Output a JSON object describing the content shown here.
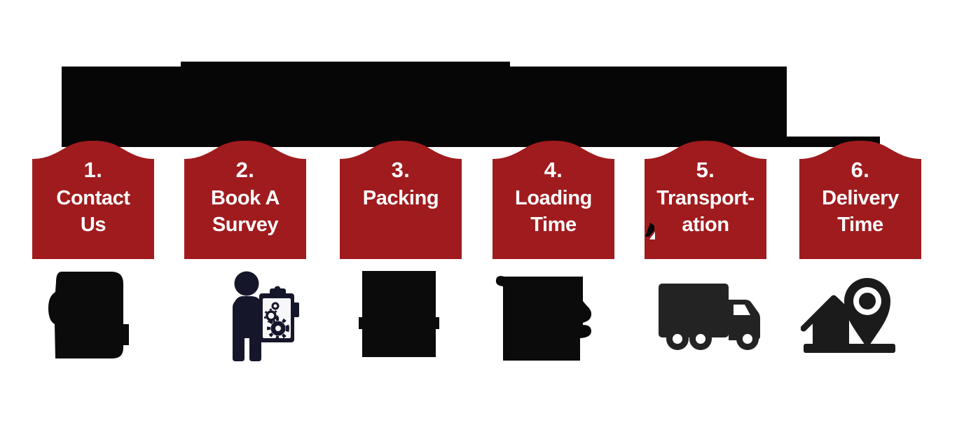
{
  "colors": {
    "box_red": "#A01B1E",
    "banner_black": "#060606",
    "step_text_white": "#FFFFFF",
    "icon_black": "#0B0B0B",
    "truck_gray": "#232323",
    "surveyor_navy": "#16162B",
    "clipboard_white": "#F7F7FA",
    "house_pin_black": "#1B1B1B"
  },
  "banner": {
    "description": "redacted solid black title banner"
  },
  "steps": [
    {
      "number": "1.",
      "line1": "Contact",
      "line2": "Us",
      "icon": "contact-phone-icon"
    },
    {
      "number": "2.",
      "line1": "Book A",
      "line2": "Survey",
      "icon": "surveyor-clipboard-icon"
    },
    {
      "number": "3.",
      "line1": "Packing",
      "line2": "",
      "icon": "packed-box-icon"
    },
    {
      "number": "4.",
      "line1": "Loading",
      "line2": "Time",
      "icon": "loading-equipment-icon"
    },
    {
      "number": "5.",
      "line1": "Transport-",
      "line2": "ation",
      "icon": "moving-truck-icon"
    },
    {
      "number": "6.",
      "line1": "Delivery",
      "line2": "Time",
      "icon": "house-location-pin-icon"
    }
  ]
}
